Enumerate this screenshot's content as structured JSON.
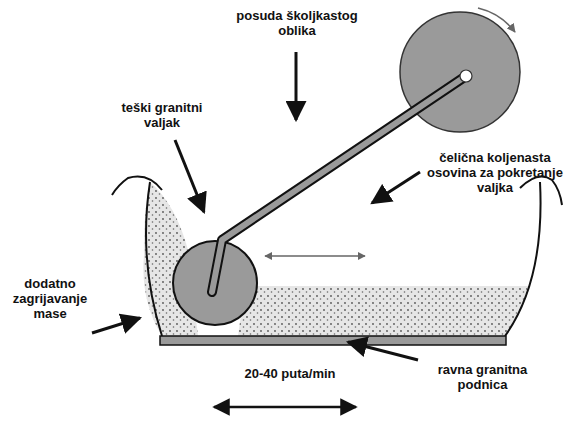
{
  "diagram": {
    "labels": [
      "posuda školjkastog oblika",
      "teški granitni valjak",
      "čelična koljenasta osovina za pokretanje valjka",
      "dodatno zagrijavanje mase",
      "ravna granitna podnica",
      "20-40 puta/min"
    ]
  }
}
